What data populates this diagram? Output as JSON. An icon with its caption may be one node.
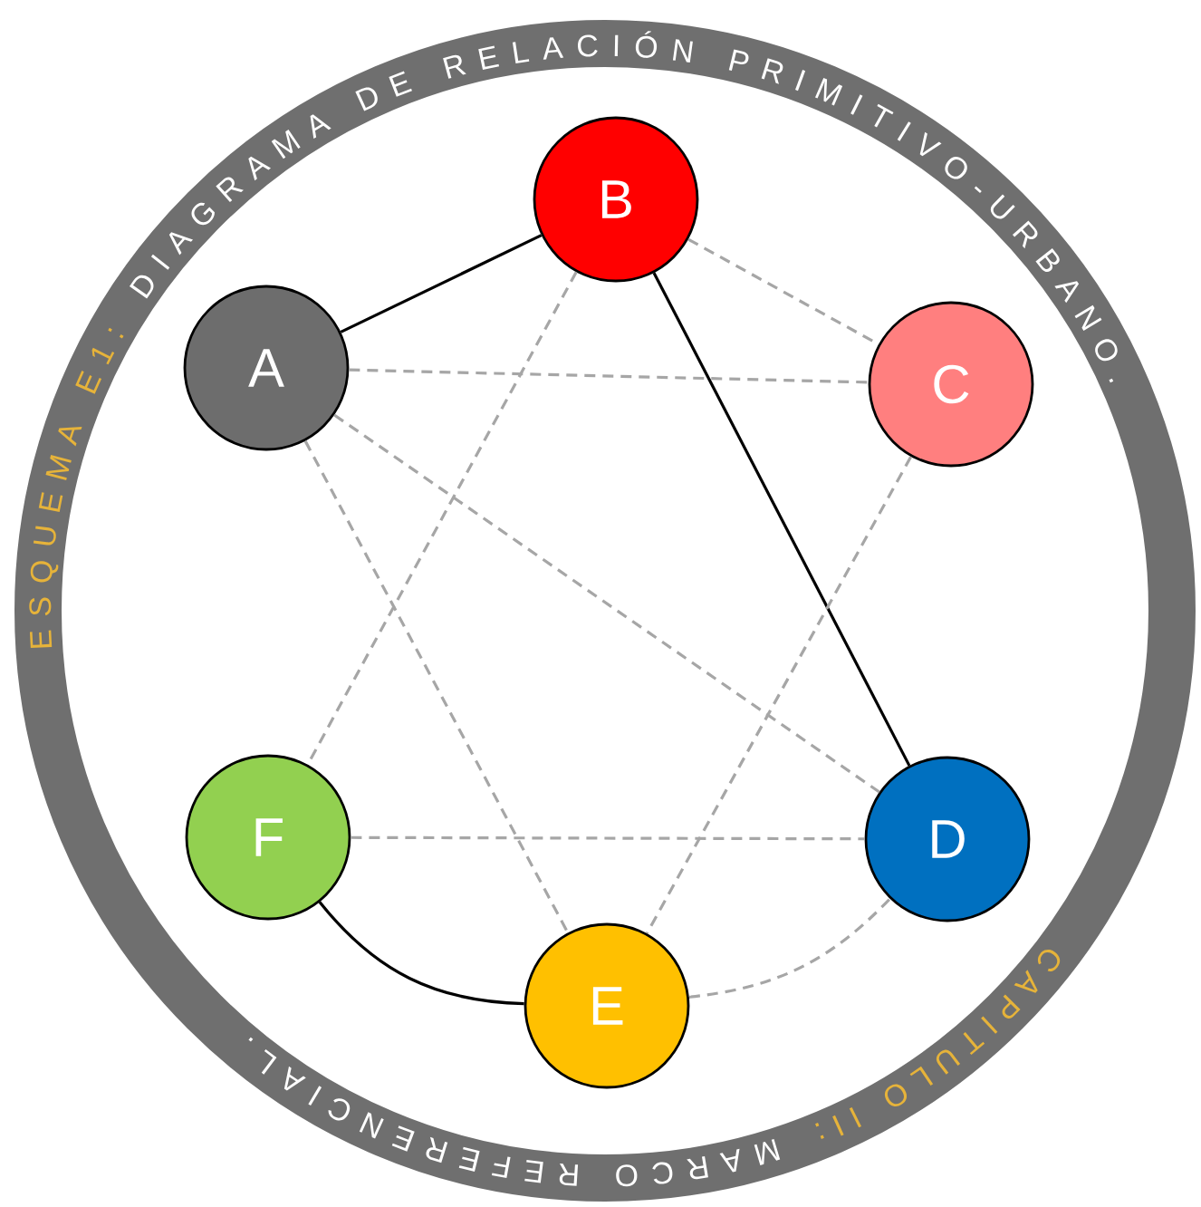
{
  "diagram": {
    "nodes": [
      {
        "text": [
          "A"
        ]
      },
      {
        "text": [
          "B"
        ]
      },
      {
        "text": [
          "C"
        ]
      },
      {
        "text": [
          "D"
        ]
      },
      {
        "text": [
          "E"
        ]
      },
      {
        "text": [
          "F"
        ]
      }
    ],
    "edges": [
      {
        "from": 0,
        "to": 1,
        "arrow": "none",
        "color": "#000000"
      },
      {
        "from": 1,
        "to": 3,
        "arrow": "none",
        "color": "#000000"
      },
      {
        "from": 5,
        "to": 4,
        "arrow": "none",
        "color": "#000000"
      },
      {
        "from": 1,
        "to": 2,
        "arrow": "none",
        "style": "dashed"
      },
      {
        "from": 0,
        "to": 2,
        "arrow": "none",
        "style": "dashed"
      },
      {
        "from": 0,
        "to": 3,
        "arrow": "none",
        "style": "dashed"
      },
      {
        "from": 0,
        "to": 4,
        "arrow": "none",
        "style": "dashed"
      },
      {
        "from": 1,
        "to": 5,
        "arrow": "none",
        "style": "dashed"
      },
      {
        "from": 2,
        "to": 4,
        "arrow": "none",
        "style": "dashed"
      },
      {
        "from": 5,
        "to": 3,
        "arrow": "none",
        "style": "dashed"
      },
      {
        "from": 4,
        "to": 3,
        "arrow": "none",
        "style": "dashed"
      }
    ],
    "labels": [
      "ESQUEMA E1:",
      "DIAGRAMA DE RELACIÓN PRIMITIVO-URBANO.",
      "CAPITULO II:",
      "MARCO REFERENCIAL."
    ]
  }
}
